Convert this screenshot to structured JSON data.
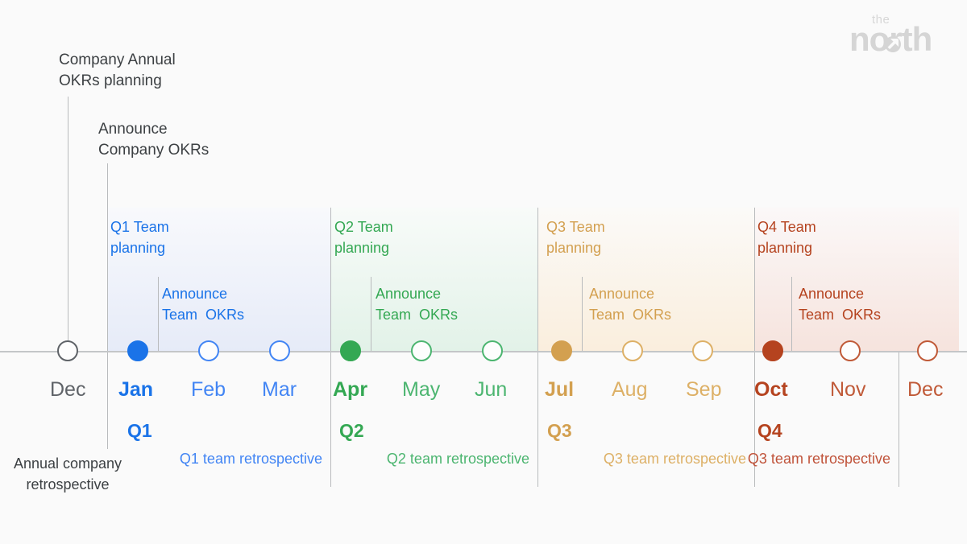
{
  "logo": {
    "top_word": "the",
    "main_word": "north",
    "arrow_icon": "arrow-northeast-icon",
    "color": "#d5d5d5"
  },
  "colors": {
    "q1": "#1a73e8",
    "q1_light": "#4285f4",
    "q2": "#34a853",
    "q2_light": "#4cb570",
    "q3": "#d3a050",
    "q3_light": "#ddb066",
    "q4": "#b5431f",
    "q4_light": "#c05a38",
    "neutral": "#3c4043",
    "axis": "#c4c6c8",
    "dec_marker": "#5f6368"
  },
  "callouts": {
    "company_planning": "Company Annual\nOKRs planning",
    "announce_company": "Announce\nCompany OKRs",
    "annual_retrospective": "Annual\ncompany\nretrospective"
  },
  "quarters": [
    {
      "id": "q1",
      "label": "Q1",
      "planning": "Q1 Team\nplanning",
      "announce": "Announce\nTeam  OKRs",
      "retrospective": "Q1 team\nretrospective",
      "color": "#1a73e8",
      "months": [
        {
          "name": "Jan",
          "active": true
        },
        {
          "name": "Feb",
          "active": false
        },
        {
          "name": "Mar",
          "active": false
        }
      ]
    },
    {
      "id": "q2",
      "label": "Q2",
      "planning": "Q2 Team\nplanning",
      "announce": "Announce\nTeam  OKRs",
      "retrospective": "Q2 team\nretrospective",
      "color": "#34a853",
      "months": [
        {
          "name": "Apr",
          "active": true
        },
        {
          "name": "May",
          "active": false
        },
        {
          "name": "Jun",
          "active": false
        }
      ]
    },
    {
      "id": "q3",
      "label": "Q3",
      "planning": "Q3 Team\nplanning",
      "announce": "Announce\nTeam  OKRs",
      "retrospective": "Q3 team\nretrospective",
      "color": "#d3a050",
      "months": [
        {
          "name": "Jul",
          "active": true
        },
        {
          "name": "Aug",
          "active": false
        },
        {
          "name": "Sep",
          "active": false
        }
      ]
    },
    {
      "id": "q4",
      "label": "Q4",
      "planning": "Q4 Team\nplanning",
      "announce": "Announce\nTeam  OKRs",
      "retrospective": "Q3 team\nretrospective",
      "color": "#b5431f",
      "months": [
        {
          "name": "Oct",
          "active": true
        },
        {
          "name": "Nov",
          "active": false
        },
        {
          "name": "Dec",
          "active": false
        }
      ]
    }
  ],
  "lead_month": {
    "name": "Dec",
    "color": "#5f6368"
  },
  "chart_data": {
    "type": "timeline",
    "title": "Annual OKR cadence timeline",
    "x": [
      "Dec",
      "Jan",
      "Feb",
      "Mar",
      "Apr",
      "May",
      "Jun",
      "Jul",
      "Aug",
      "Sep",
      "Oct",
      "Nov",
      "Dec"
    ],
    "markers": [
      {
        "month": "Dec",
        "filled": false,
        "color": "#5f6368"
      },
      {
        "month": "Jan",
        "filled": true,
        "color": "#1a73e8"
      },
      {
        "month": "Feb",
        "filled": false,
        "color": "#4285f4"
      },
      {
        "month": "Mar",
        "filled": false,
        "color": "#4285f4"
      },
      {
        "month": "Apr",
        "filled": true,
        "color": "#34a853"
      },
      {
        "month": "May",
        "filled": false,
        "color": "#4cb570"
      },
      {
        "month": "Jun",
        "filled": false,
        "color": "#4cb570"
      },
      {
        "month": "Jul",
        "filled": true,
        "color": "#d3a050"
      },
      {
        "month": "Aug",
        "filled": false,
        "color": "#ddb066"
      },
      {
        "month": "Sep",
        "filled": false,
        "color": "#ddb066"
      },
      {
        "month": "Oct",
        "filled": true,
        "color": "#b5431f"
      },
      {
        "month": "Nov",
        "filled": false,
        "color": "#c05a38"
      },
      {
        "month": "Dec",
        "filled": false,
        "color": "#c05a38"
      }
    ],
    "bands": [
      {
        "label": "Q1",
        "start": "Jan",
        "end": "Mar",
        "color": "#e6ebf8"
      },
      {
        "label": "Q2",
        "start": "Apr",
        "end": "Jun",
        "color": "#e2f2e8"
      },
      {
        "label": "Q3",
        "start": "Jul",
        "end": "Sep",
        "color": "#faeedd"
      },
      {
        "label": "Q4",
        "start": "Oct",
        "end": "Dec",
        "color": "#f6e3dd"
      }
    ],
    "events": [
      {
        "label": "Company Annual OKRs planning",
        "at": "Dec"
      },
      {
        "label": "Announce Company OKRs",
        "at": "Jan"
      },
      {
        "label": "Q1 Team planning",
        "at": "Jan"
      },
      {
        "label": "Announce Team  OKRs",
        "at": "Feb"
      },
      {
        "label": "Q1 team retrospective",
        "at": "Mar"
      },
      {
        "label": "Q2 Team planning",
        "at": "Apr"
      },
      {
        "label": "Announce Team  OKRs",
        "at": "May"
      },
      {
        "label": "Q2 team retrospective",
        "at": "Jun"
      },
      {
        "label": "Q3 Team planning",
        "at": "Jul"
      },
      {
        "label": "Announce Team  OKRs",
        "at": "Aug"
      },
      {
        "label": "Q3 team retrospective",
        "at": "Sep"
      },
      {
        "label": "Q4 Team planning",
        "at": "Oct"
      },
      {
        "label": "Announce Team  OKRs",
        "at": "Nov"
      },
      {
        "label": "Q3 team retrospective",
        "at": "Dec"
      },
      {
        "label": "Annual company retrospective",
        "at": "Dec"
      }
    ],
    "grid": false,
    "legend": "none"
  }
}
